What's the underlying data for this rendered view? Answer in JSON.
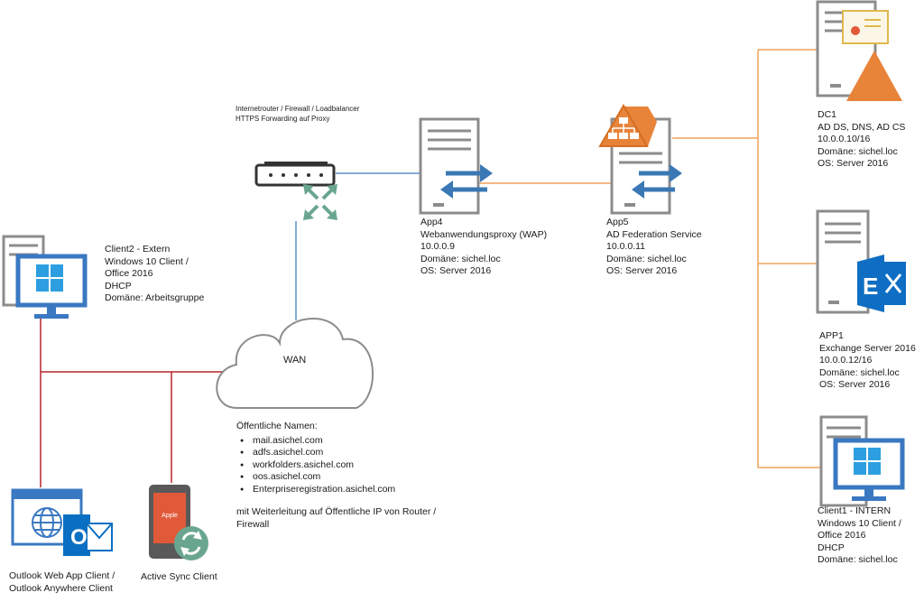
{
  "colors": {
    "orange": "#f0a25b",
    "red": "#b6252b",
    "blue_line": "#5b8fc9",
    "server_gray": "#8c8c8c",
    "monitor_blue": "#3a78c2",
    "windows_blue": "#2d9fe0",
    "arrow_blue": "#3a78b5",
    "router_green": "#6aa68f",
    "ad_orange": "#e8833a",
    "exchange_blue": "#0f6ec3",
    "outlook_blue": "#0a6fc2",
    "phone_red": "#e05a3a"
  },
  "router": {
    "line1": "Internetrouter / Firewall / Loadbalancer",
    "line2": "HTTPS Forwarding auf Proxy",
    "icon": "router-icon"
  },
  "cloud": {
    "label": "WAN"
  },
  "app4": {
    "title": "App4",
    "lines": [
      "Webanwendungsproxy (WAP)",
      "10.0.0.9",
      "Domäne: sichel.loc",
      "OS: Server 2016"
    ]
  },
  "app5": {
    "title": "App5",
    "lines": [
      "AD Federation Service",
      "10.0.0.11",
      "Domäne: sichel.loc",
      "OS: Server 2016"
    ]
  },
  "dc1": {
    "title": "DC1",
    "lines": [
      "AD DS, DNS, AD CS",
      "10.0.0.10/16",
      "Domäne: sichel.loc",
      "OS: Server 2016"
    ]
  },
  "app1": {
    "title": "APP1",
    "lines": [
      "Exchange Server 2016",
      "10.0.0.12/16",
      "Domäne: sichel.loc",
      "OS: Server 2016"
    ]
  },
  "client1": {
    "title": "Client1 - INTERN",
    "lines": [
      "Windows 10 Client /",
      "Office 2016",
      "DHCP",
      "Domäne: sichel.loc"
    ]
  },
  "client2": {
    "title": "Client2 - Extern",
    "lines": [
      "Windows 10 Client /",
      "Office 2016",
      "DHCP",
      "Domäne: Arbeitsgruppe"
    ]
  },
  "public_names": {
    "heading": "Öffentliche Namen:",
    "items": [
      "mail.asichel.com",
      "adfs.asichel.com",
      "workfolders.asichel.com",
      "oos.asichel.com",
      "Enterpriseregistration.asichel.com"
    ],
    "note_line1": "mit Weiterleitung auf Öffentliche IP von Router /",
    "note_line2": "Firewall"
  },
  "outlook_client": {
    "line1": "Outlook Web App Client /",
    "line2": "Outlook Anywhere Client"
  },
  "activesync_client": {
    "label": "Active Sync Client",
    "phone_text": "Apple"
  }
}
